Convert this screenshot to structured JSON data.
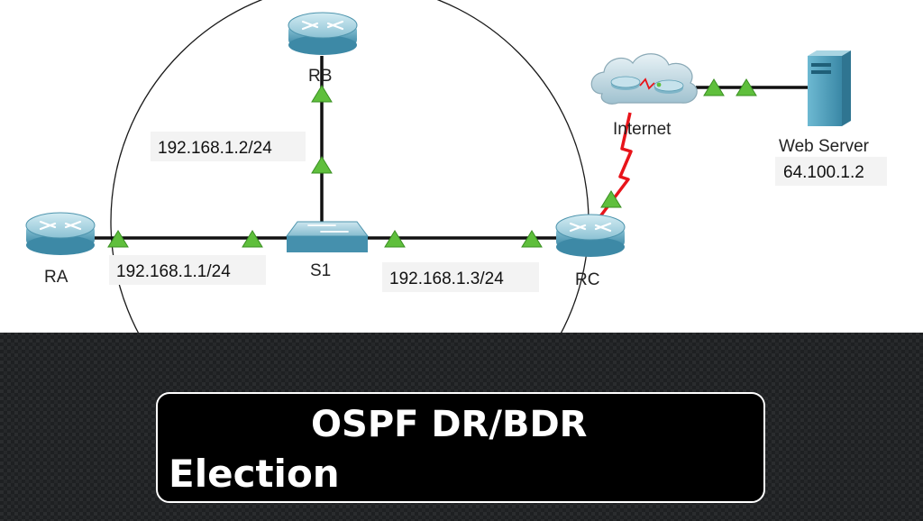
{
  "diagram": {
    "devices": {
      "ra": "RA",
      "rb": "RB",
      "rc": "RC",
      "s1": "S1",
      "internet": "Internet",
      "web_server": "Web Server"
    },
    "addresses": {
      "ra": "192.168.1.1/24",
      "rb": "192.168.1.2/24",
      "rc": "192.168.1.3/24",
      "web_server": "64.100.1.2"
    }
  },
  "title_card": {
    "line1": "OSPF DR/BDR",
    "line2": "Election"
  },
  "colors": {
    "link": "#111111",
    "serial_link": "#e8141a",
    "link_up": "#5fbf3c",
    "router": "#5fa9c2",
    "server": "#4e9fbc",
    "banner_bg": "#1d1f21",
    "card_bg": "#000000",
    "card_border": "#ffffff"
  },
  "icons": {
    "router": "router-icon",
    "switch": "switch-icon",
    "cloud": "cloud-icon",
    "server": "server-icon",
    "link_status": "link-up-triangle"
  }
}
